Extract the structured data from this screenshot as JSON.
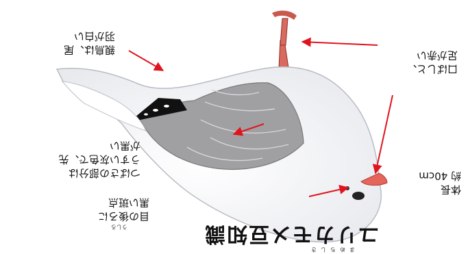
{
  "title": "ユリカモメ豆知識",
  "title_reading": "まめちしき",
  "labels": {
    "body_length_line1": "体長",
    "body_length_line2": "約 40cm",
    "eye": "目の後ろに\n黒い斑点",
    "eye_reading": "うしろ",
    "wings": "つばさの部分は\nうすい灰色で、先\nが黒い",
    "bill_legs": "口ばしと、\n足が赤い",
    "tail": "親鳥は、尾\n羽が白い"
  },
  "colors": {
    "arrow": "#e0141e",
    "bill": "#e5655a",
    "wing": "#9a9a9a",
    "wingtip": "#111111"
  }
}
